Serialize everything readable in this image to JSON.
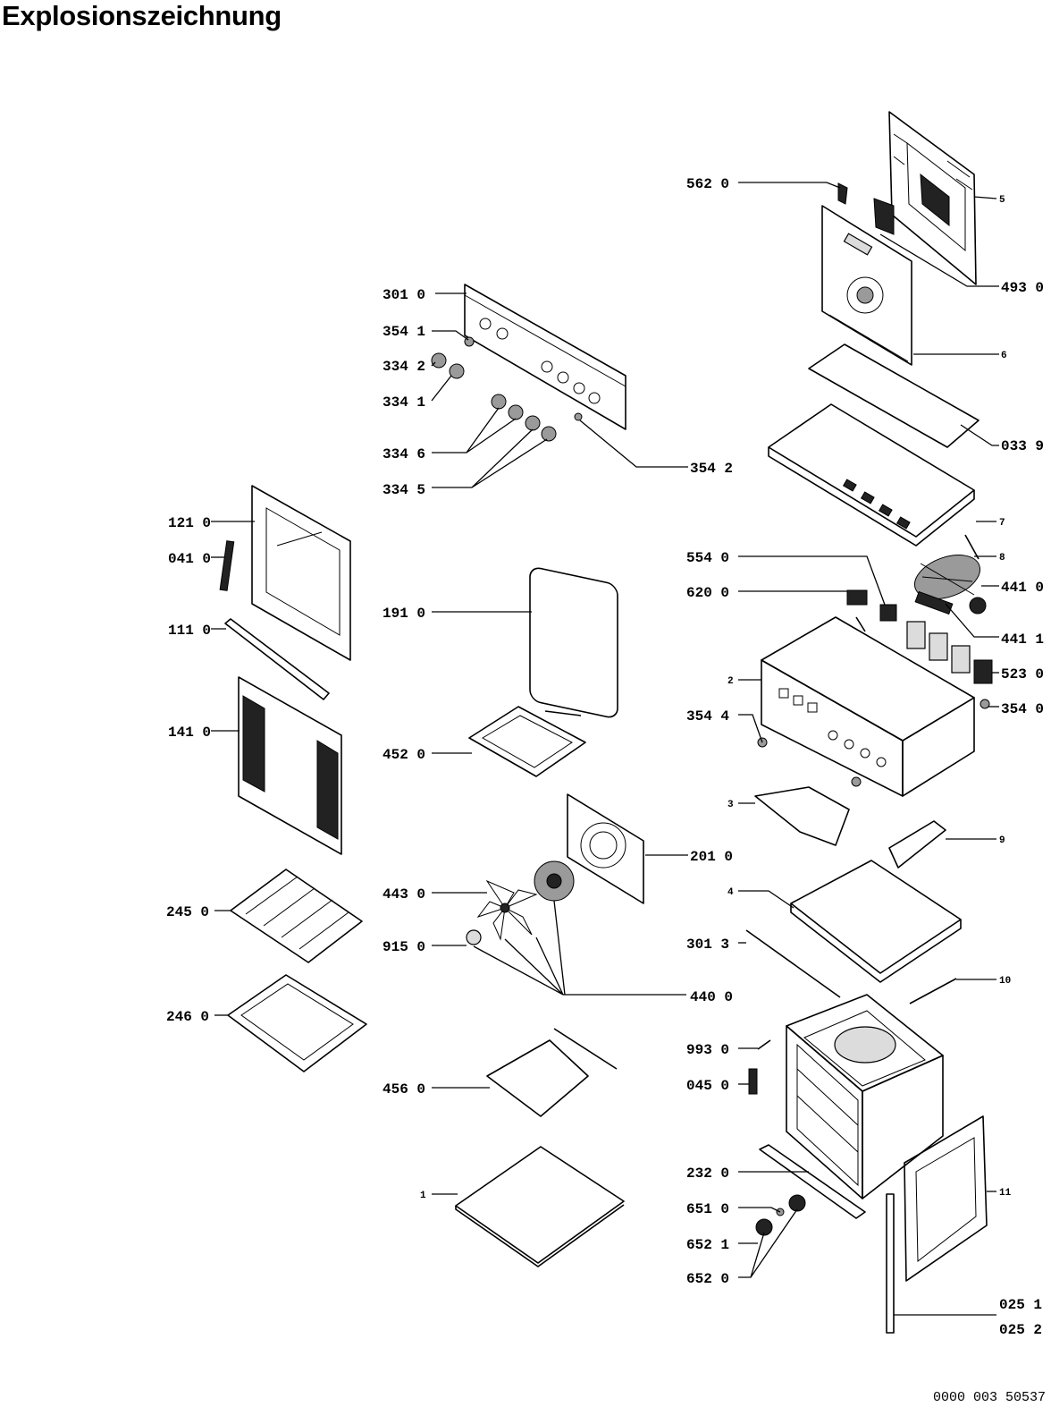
{
  "title": "Explosionszeichnung",
  "doc_code": "0000 003 50537",
  "labels": {
    "p5620": "562 0",
    "p5": "5",
    "p4930": "493 0",
    "p6": "6",
    "p3010": "301 0",
    "p3541": "354 1",
    "p3342": "334 2",
    "p3341": "334 1",
    "p3346": "334 6",
    "p3345": "334 5",
    "p3542": "354 2",
    "p0339": "033 9",
    "p7": "7",
    "p8": "8",
    "p1210": "121 0",
    "p0410": "041 0",
    "p1110": "111 0",
    "p1410": "141 0",
    "p1910": "191 0",
    "p4520": "452 0",
    "p5540": "554 0",
    "p6200": "620 0",
    "p4410": "441 0",
    "p4411": "441 1",
    "p2": "2",
    "p5230": "523 0",
    "p3544": "354 4",
    "p3540": "354 0",
    "p3": "3",
    "p2010": "201 0",
    "p9": "9",
    "p4": "4",
    "p2450": "245 0",
    "p4430": "443 0",
    "p9150": "915 0",
    "p3013": "301 3",
    "p4400": "440 0",
    "p10": "10",
    "p2460": "246 0",
    "p9930": "993 0",
    "p0450": "045 0",
    "p4560": "456 0",
    "p1": "1",
    "p2320": "232 0",
    "p11": "11",
    "p6510": "651 0",
    "p6521": "652 1",
    "p6520": "652 0",
    "p0251": "025 1",
    "p0252": "025 2"
  }
}
